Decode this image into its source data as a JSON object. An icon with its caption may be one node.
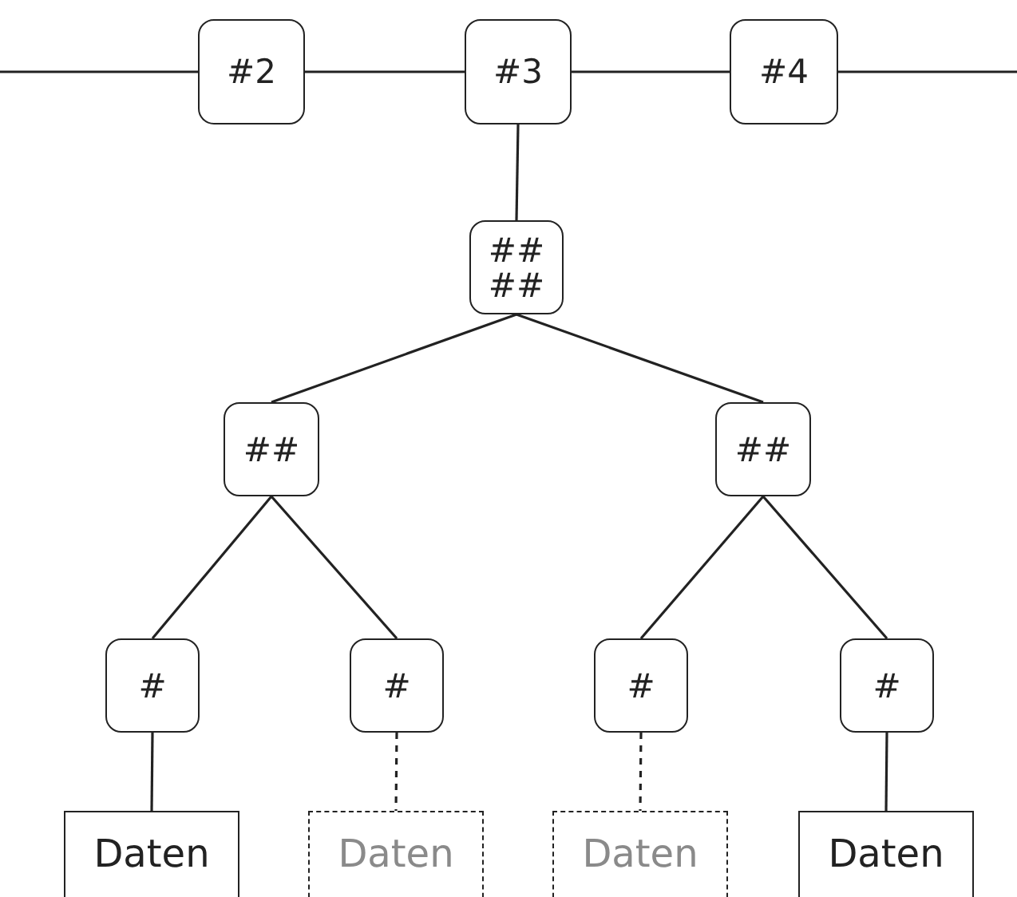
{
  "diagram": {
    "nodes": [
      {
        "text": [
          "#2"
        ]
      },
      {
        "text": [
          "#3"
        ]
      },
      {
        "text": [
          "#4"
        ]
      },
      {
        "text": [
          "## ##"
        ]
      },
      {
        "text": [
          "##"
        ]
      },
      {
        "text": [
          "##"
        ]
      },
      {
        "text": [
          "#"
        ]
      },
      {
        "text": [
          "#"
        ]
      },
      {
        "text": [
          "#"
        ]
      },
      {
        "text": [
          "#"
        ]
      },
      {
        "text": [
          "Daten"
        ]
      },
      {
        "text": [
          "Daten"
        ]
      },
      {
        "text": [
          "Daten"
        ]
      },
      {
        "text": [
          "Daten"
        ]
      }
    ],
    "edges": [
      {
        "from": null,
        "to": 0,
        "arrow": "none"
      },
      {
        "from": 0,
        "to": 1,
        "arrow": "none"
      },
      {
        "from": 1,
        "to": 2,
        "arrow": "none"
      },
      {
        "from": 2,
        "to": null,
        "arrow": "none"
      },
      {
        "from": 1,
        "to": 3,
        "arrow": "none"
      },
      {
        "from": 3,
        "to": 4,
        "arrow": "none"
      },
      {
        "from": 3,
        "to": 5,
        "arrow": "none"
      },
      {
        "from": 4,
        "to": 6,
        "arrow": "none"
      },
      {
        "from": 4,
        "to": 7,
        "arrow": "none"
      },
      {
        "from": 5,
        "to": 8,
        "arrow": "none"
      },
      {
        "from": 5,
        "to": 9,
        "arrow": "none"
      },
      {
        "from": 6,
        "to": 10,
        "arrow": "none"
      },
      {
        "from": 7,
        "to": 11,
        "arrow": "none",
        "style": "dashed"
      },
      {
        "from": 8,
        "to": 12,
        "arrow": "none",
        "style": "dashed"
      },
      {
        "from": 9,
        "to": 13,
        "arrow": "none"
      }
    ]
  }
}
